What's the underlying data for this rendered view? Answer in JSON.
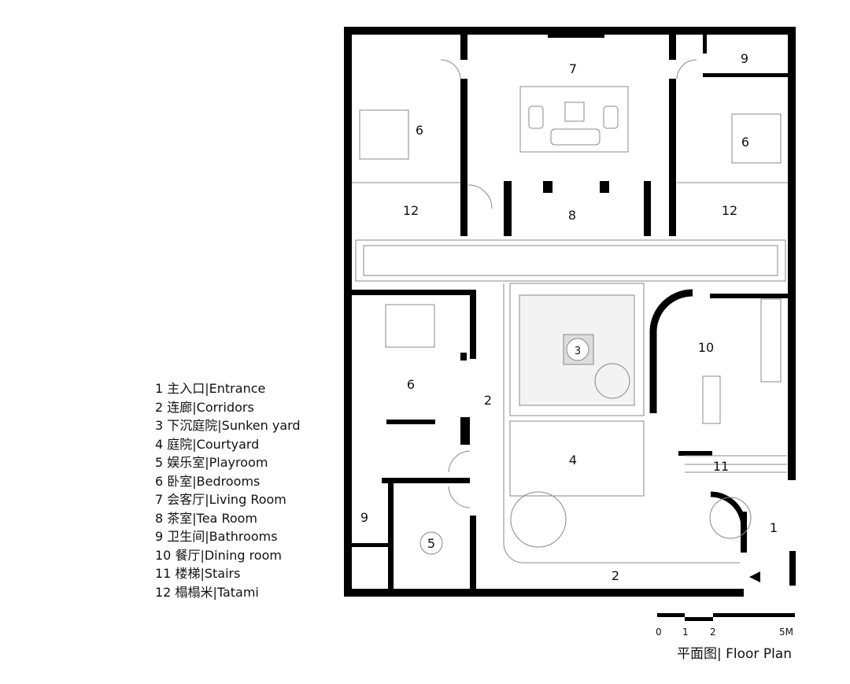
{
  "rooms": {
    "living": "7",
    "bedroom_nw": "6",
    "bedroom_ne": "6",
    "bath_ne": "9",
    "tatami_w": "12",
    "tea": "8",
    "tatami_e": "12",
    "bedroom_sw": "6",
    "corridor_w": "2",
    "sunken": "3",
    "dining": "10",
    "courtyard": "4",
    "stairs": "11",
    "bath_sw": "9",
    "playroom": "5",
    "entrance": "1",
    "corridor_s": "2"
  },
  "legend": [
    "1 主入口|Entrance",
    "2 连廊|Corridors",
    "3 下沉庭院|Sunken yard",
    "4 庭院|Courtyard",
    "5 娱乐室|Playroom",
    "6 卧室|Bedrooms",
    "7 会客厅|Living Room",
    "8 茶室|Tea Room",
    "9 卫生间|Bathrooms",
    "10 餐厅|Dining room",
    "11 楼梯|Stairs",
    "12 榻榻米|Tatami"
  ],
  "scale": {
    "t0": "0",
    "t1": "1",
    "t2": "2",
    "t5": "5M"
  },
  "caption": "平面图| Floor Plan"
}
